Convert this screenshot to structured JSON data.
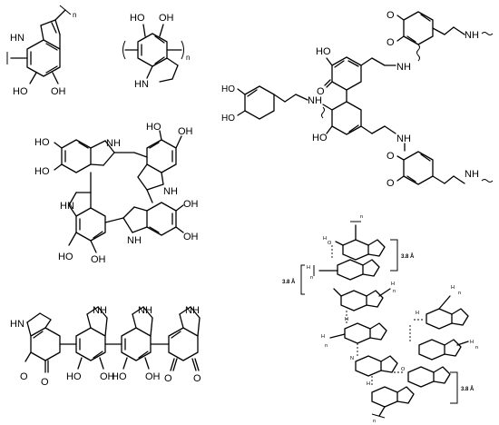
{
  "labels": {
    "oh": "OH",
    "ho": "HO",
    "hn": "HN",
    "nh": "NH",
    "n": "N",
    "o": "O",
    "h": "H",
    "repeat": "n",
    "distance": "3.8 Å"
  }
}
